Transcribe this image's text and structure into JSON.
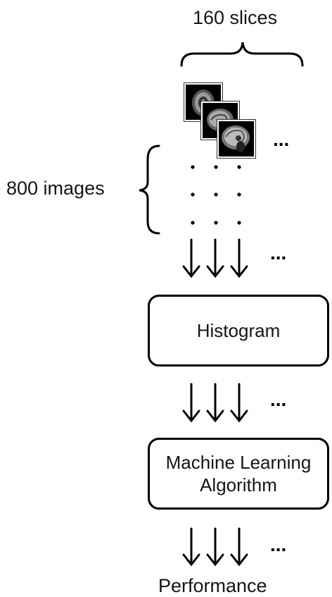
{
  "labels": {
    "slices": "160 slices",
    "images": "800 images",
    "performance": "Performance"
  },
  "boxes": {
    "histogram": "Histogram",
    "ml_line1": "Machine Learning",
    "ml_line2": "Algorithm"
  },
  "ellipsis": "...",
  "colors": {
    "line": "#000000",
    "background": "#ffffff",
    "thumb_bg": "#000000"
  }
}
